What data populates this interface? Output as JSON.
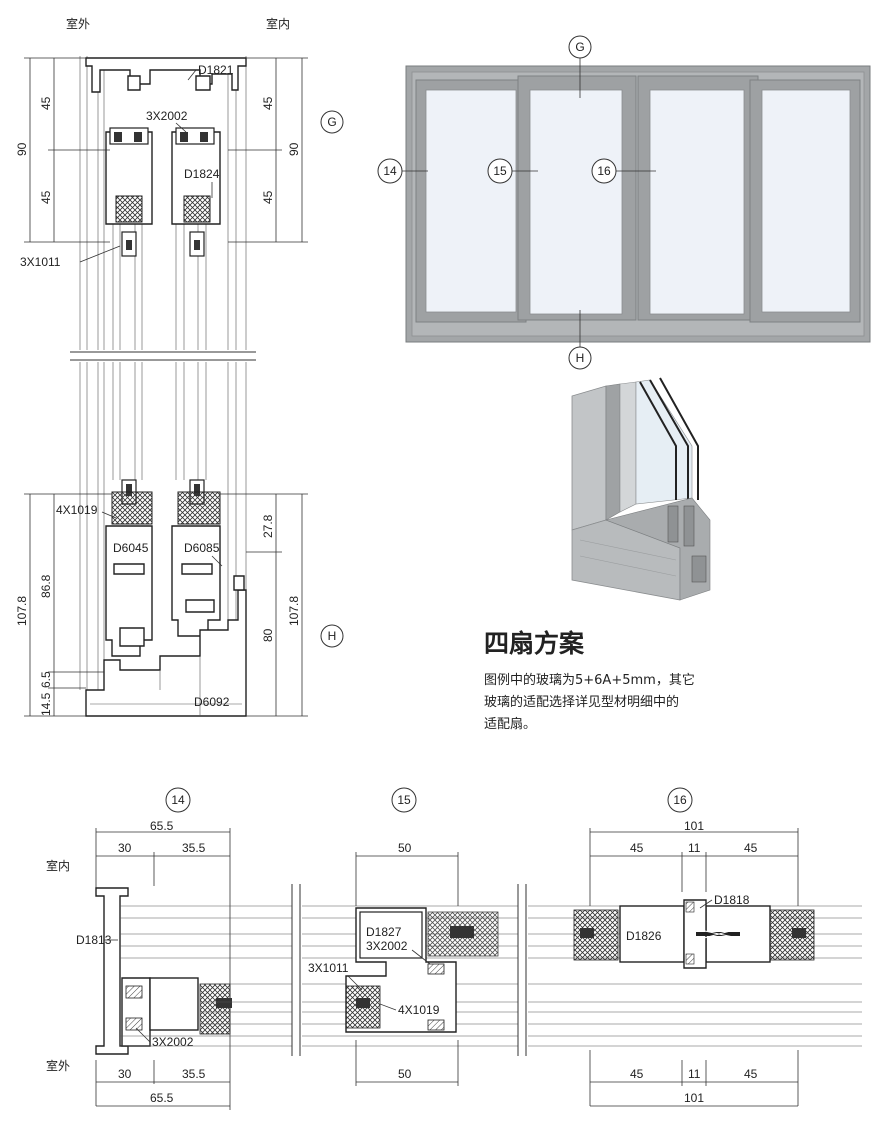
{
  "vertical_section": {
    "outdoor_label": "室外",
    "indoor_label": "室内",
    "profile_labels": {
      "top_frame": "D1821",
      "top_seal": "3X2002",
      "top_sash": "D1824",
      "glazing_bead": "3X1011",
      "bottom_seal": "4X1019",
      "sash_a": "D6045",
      "sash_b": "D6085",
      "bottom_frame": "D6092"
    },
    "dims_left": [
      "90",
      "45",
      "45",
      "107.8",
      "86.8",
      "6.5",
      "14.5"
    ],
    "dims_right": [
      "90",
      "45",
      "45",
      "107.8",
      "27.8",
      "80"
    ],
    "marker_G": "G",
    "marker_H": "H"
  },
  "elevation": {
    "markers": {
      "top": "G",
      "bottom": "H",
      "left": "14",
      "middle": "15",
      "right": "16"
    },
    "colors": {
      "frame": "#9ea1a3",
      "frame_dark": "#7e8183",
      "glass": "#eef2f8"
    }
  },
  "scheme": {
    "title": "四扇方案",
    "description_lines": [
      "图例中的玻璃为5+6A+5mm，其它",
      "玻璃的适配选择详见型材明细中的",
      "适配扇。"
    ]
  },
  "section_14": {
    "marker": "14",
    "indoor_label": "室内",
    "outdoor_label": "室外",
    "top_total": "65.5",
    "top_a": "30",
    "top_b": "35.5",
    "bottom_a": "30",
    "bottom_b": "35.5",
    "bottom_total": "65.5",
    "frame_label": "D1813",
    "seal_label": "3X2002"
  },
  "section_15": {
    "marker": "15",
    "top_dim": "50",
    "bottom_dim": "50",
    "label_a": "D1827",
    "label_b": "3X2002",
    "label_c": "3X1011",
    "label_d": "4X1019"
  },
  "section_16": {
    "marker": "16",
    "top_total": "101",
    "top_a": "45",
    "top_mid": "11",
    "top_b": "45",
    "bottom_a": "45",
    "bottom_mid": "11",
    "bottom_b": "45",
    "bottom_total": "101",
    "label_interlock": "D1818",
    "label_sash": "D1826"
  }
}
